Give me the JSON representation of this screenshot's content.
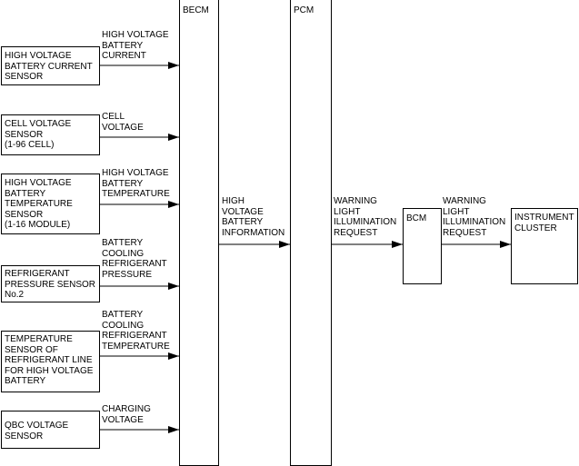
{
  "modules": {
    "becm": "BECM",
    "pcm": "PCM",
    "bcm": "BCM",
    "instrument_cluster": "INSTRUMENT\nCLUSTER"
  },
  "sensors": [
    {
      "name": "HIGH VOLTAGE\nBATTERY CURRENT\nSENSOR",
      "signal": "HIGH VOLTAGE\nBATTERY\nCURRENT"
    },
    {
      "name": "CELL VOLTAGE\nSENSOR\n(1-96 CELL)",
      "signal": "CELL\nVOLTAGE"
    },
    {
      "name": "HIGH VOLTAGE\nBATTERY\nTEMPERATURE\nSENSOR\n(1-16 MODULE)",
      "signal": "HIGH VOLTAGE\nBATTERY\nTEMPERATURE"
    },
    {
      "name": "REFRIGERANT\nPRESSURE SENSOR\nNo.2",
      "signal": "BATTERY\nCOOLING\nREFRIGERANT\nPRESSURE"
    },
    {
      "name": "TEMPERATURE\nSENSOR OF\nREFRIGERANT LINE\nFOR HIGH VOLTAGE\nBATTERY",
      "signal": "BATTERY\nCOOLING\nREFRIGERANT\nTEMPERATURE"
    },
    {
      "name": "QBC VOLTAGE\nSENSOR",
      "signal": "CHARGING\nVOLTAGE"
    }
  ],
  "links": {
    "becm_to_pcm": "HIGH\nVOLTAGE\nBATTERY\nINFORMATION",
    "pcm_to_bcm": "WARNING\nLIGHT\nILLUMINATION\nREQUEST",
    "bcm_to_cluster": "WARNING\nLIGHT\nILLUMINATION\nREQUEST"
  }
}
